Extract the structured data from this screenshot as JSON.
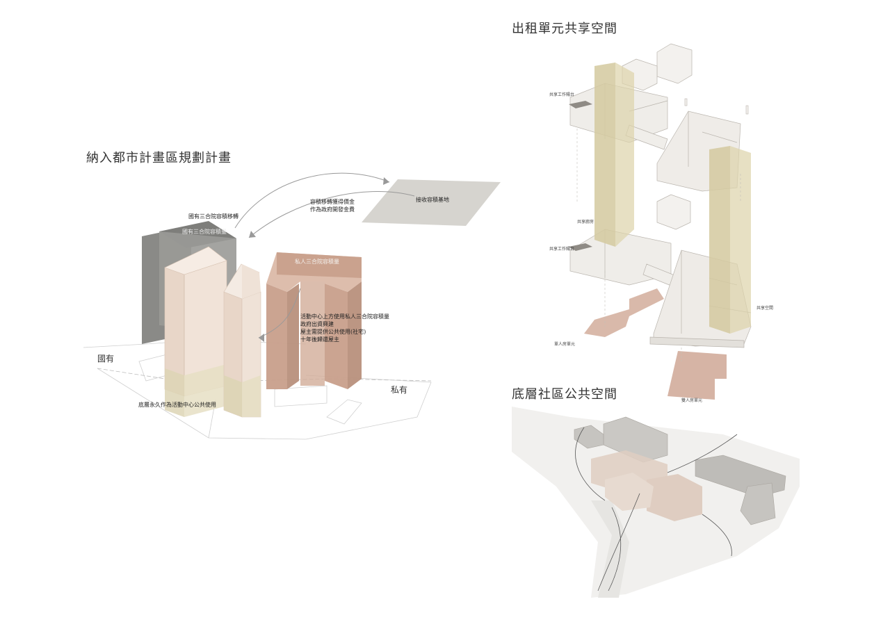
{
  "titles": {
    "left": "納入都市計畫區規劃計畫",
    "right_top": "出租單元共享空間",
    "right_bottom": "底層社區公共空間"
  },
  "left_diagram": {
    "zone_national": "國有",
    "zone_private": "私有",
    "arrow_label_transfer": "國有三合院容積移轉",
    "national_volume_label": "國有三合院容積量",
    "private_volume_label": "私人三合院容積量",
    "receiving_site_label": "接收容積基地",
    "transfer_fund_lines": [
      "容積移轉獲得價金",
      "作為政府開發金費"
    ],
    "activity_center_lines": [
      "活動中心上方使用私人三合院容積量",
      "政府出資興建",
      "屋主需提供公共使用(社宅)",
      "十年後歸還屋主"
    ],
    "ground_floor_label": "底層永久作為活動中心公共使用"
  },
  "right_top_diagram": {
    "shared_workspace_upper": "共享工作陽台",
    "shared_kitchen": "共享廚房",
    "shared_workspace_lower": "共享工作陽台",
    "single_unit": "單人房單元",
    "shared_space": "共享空間",
    "double_unit": "雙人房單元"
  },
  "colors": {
    "dark_gray_volume": "#8a8a87",
    "light_pink_volume": "#efe0d5",
    "terracotta_volume": "#c89f8b",
    "olive_base": "#ddd5b5",
    "receiving_site": "#d6d4cf",
    "arrow_gray": "#999999"
  }
}
